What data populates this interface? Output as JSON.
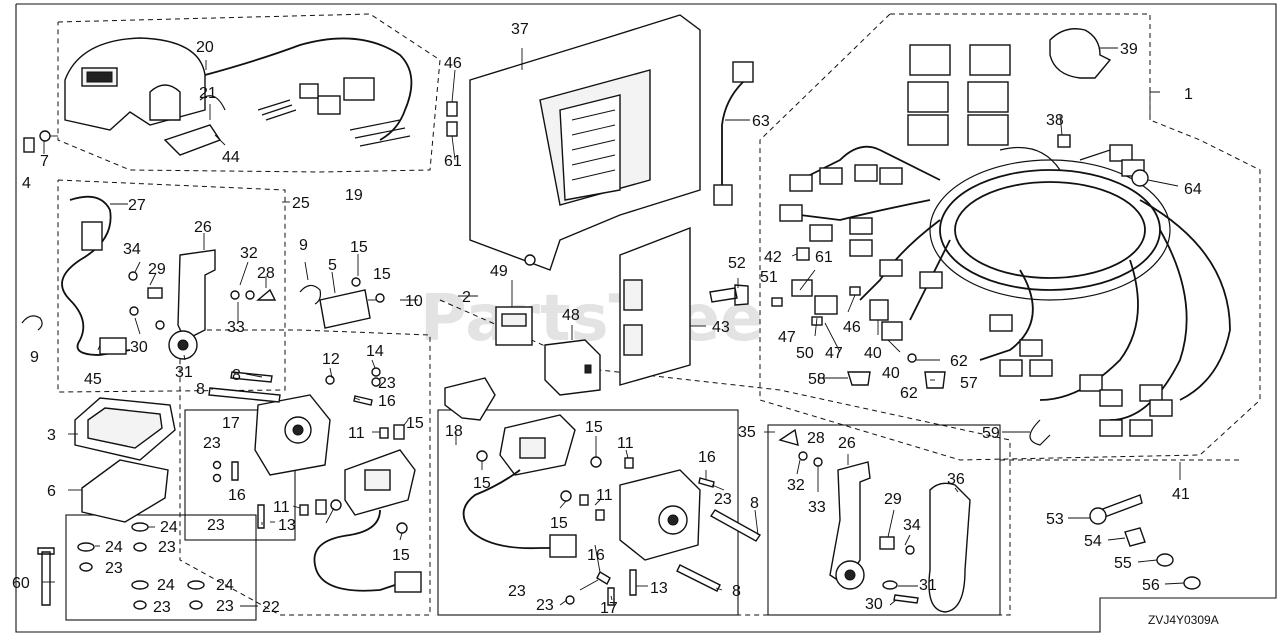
{
  "diagram": {
    "code": "ZVJ4Y0309A",
    "watermark": "PartsTree",
    "callouts": {
      "c1": "1",
      "c2": "2",
      "c3": "3",
      "c4": "4",
      "c5": "5",
      "c6": "6",
      "c7": "7",
      "c8a": "8",
      "c8b": "8",
      "c8c": "8",
      "c9a": "9",
      "c9b": "9",
      "c10": "10",
      "c11a": "11",
      "c11b": "11",
      "c11c": "11",
      "c11d": "11",
      "c12": "12",
      "c13a": "13",
      "c13b": "13",
      "c14": "14",
      "c15a": "15",
      "c15b": "15",
      "c15c": "15",
      "c15d": "15",
      "c15e": "15",
      "c15f": "15",
      "c16a": "16",
      "c16b": "16",
      "c16c": "16",
      "c16d": "16",
      "c17a": "17",
      "c17b": "17",
      "c18": "18",
      "c19": "19",
      "c20": "20",
      "c21": "21",
      "c22": "22",
      "c23a": "23",
      "c23b": "23",
      "c23c": "23",
      "c23d": "23",
      "c23e": "23",
      "c23f": "23",
      "c23g": "23",
      "c23h": "23",
      "c23i": "23",
      "c23j": "23",
      "c24a": "24",
      "c24b": "24",
      "c24c": "24",
      "c24d": "24",
      "c25": "25",
      "c26a": "26",
      "c26b": "26",
      "c27": "27",
      "c28a": "28",
      "c28b": "28",
      "c29a": "29",
      "c29b": "29",
      "c30a": "30",
      "c30b": "30",
      "c31a": "31",
      "c31b": "31",
      "c32a": "32",
      "c32b": "32",
      "c33a": "33",
      "c33b": "33",
      "c34a": "34",
      "c34b": "34",
      "c35": "35",
      "c36": "36",
      "c37": "37",
      "c38": "38",
      "c39": "39",
      "c40a": "40",
      "c40b": "40",
      "c41": "41",
      "c42": "42",
      "c43": "43",
      "c44": "44",
      "c45": "45",
      "c46a": "46",
      "c46b": "46",
      "c47a": "47",
      "c47b": "47",
      "c48": "48",
      "c49": "49",
      "c50": "50",
      "c51": "51",
      "c52": "52",
      "c53": "53",
      "c54": "54",
      "c55": "55",
      "c56": "56",
      "c57": "57",
      "c58": "58",
      "c59": "59",
      "c60": "60",
      "c61a": "61",
      "c61b": "61",
      "c62a": "62",
      "c62b": "62",
      "c63": "63",
      "c64": "64"
    }
  }
}
